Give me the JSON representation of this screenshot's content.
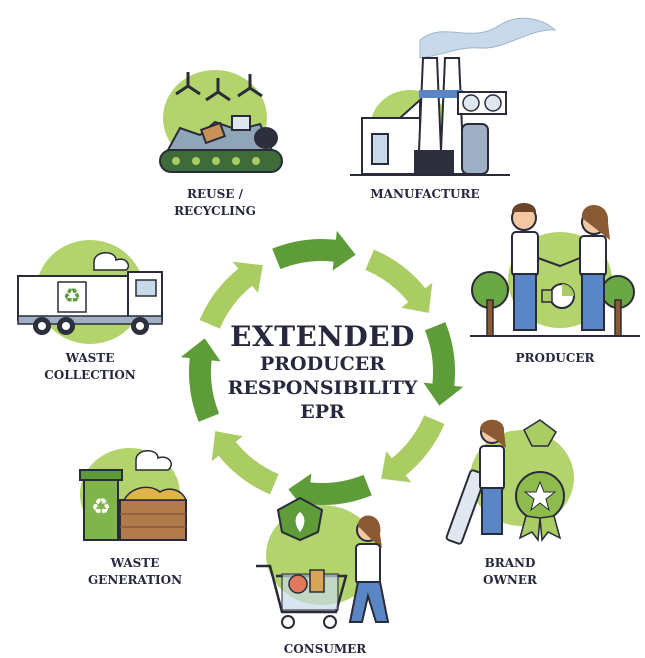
{
  "center": {
    "line1": "EXTENDED",
    "line2": "PRODUCER",
    "line3": "RESPONSIBILITY",
    "line4": "EPR"
  },
  "stages": {
    "reuse_line1": "REUSE /",
    "reuse_line2": "RECYCLING",
    "manufacture": "MANUFACTURE",
    "producer": "PRODUCER",
    "brand_line1": "BRAND",
    "brand_line2": "OWNER",
    "consumer": "CONSUMER",
    "waste_gen_line1": "WASTE",
    "waste_gen_line2": "GENERATION",
    "waste_col_line1": "WASTE",
    "waste_col_line2": "COLLECTION"
  },
  "colors": {
    "text": "#26283d",
    "arrow_light": "#a9cc63",
    "arrow_dark": "#5e9c3a",
    "blob": "#b3d36d",
    "outline": "#2a2b3a",
    "blue": "#5b86c5",
    "light_blue": "#c8d9ea"
  }
}
